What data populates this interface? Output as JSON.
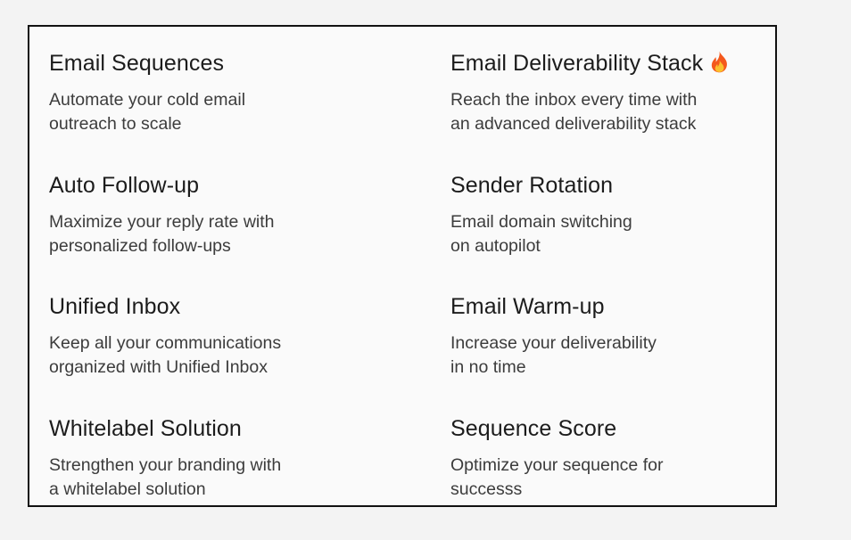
{
  "features": [
    {
      "title": "Email Sequences",
      "description": "Automate your cold email\noutreach to scale"
    },
    {
      "title": "Email Deliverability Stack",
      "description": "Reach the inbox every time with\nan advanced deliverability stack",
      "icon": "fire-icon"
    },
    {
      "title": "Auto Follow-up",
      "description": "Maximize your reply rate with\npersonalized follow-ups"
    },
    {
      "title": "Sender Rotation",
      "description": "Email domain switching\non autopilot"
    },
    {
      "title": "Unified Inbox",
      "description": "Keep all your communications\norganized with Unified Inbox"
    },
    {
      "title": "Email Warm-up",
      "description": "Increase your deliverability\nin no time"
    },
    {
      "title": "Whitelabel Solution",
      "description": "Strengthen your branding with\na whitelabel solution"
    },
    {
      "title": "Sequence Score",
      "description": "Optimize your sequence for\nsuccesss"
    }
  ],
  "colors": {
    "page_background": "#f3f3f3",
    "panel_background": "#fafafa",
    "panel_border": "#111111",
    "title_text": "#1c1c1c",
    "description_text": "#3c3c3c"
  }
}
